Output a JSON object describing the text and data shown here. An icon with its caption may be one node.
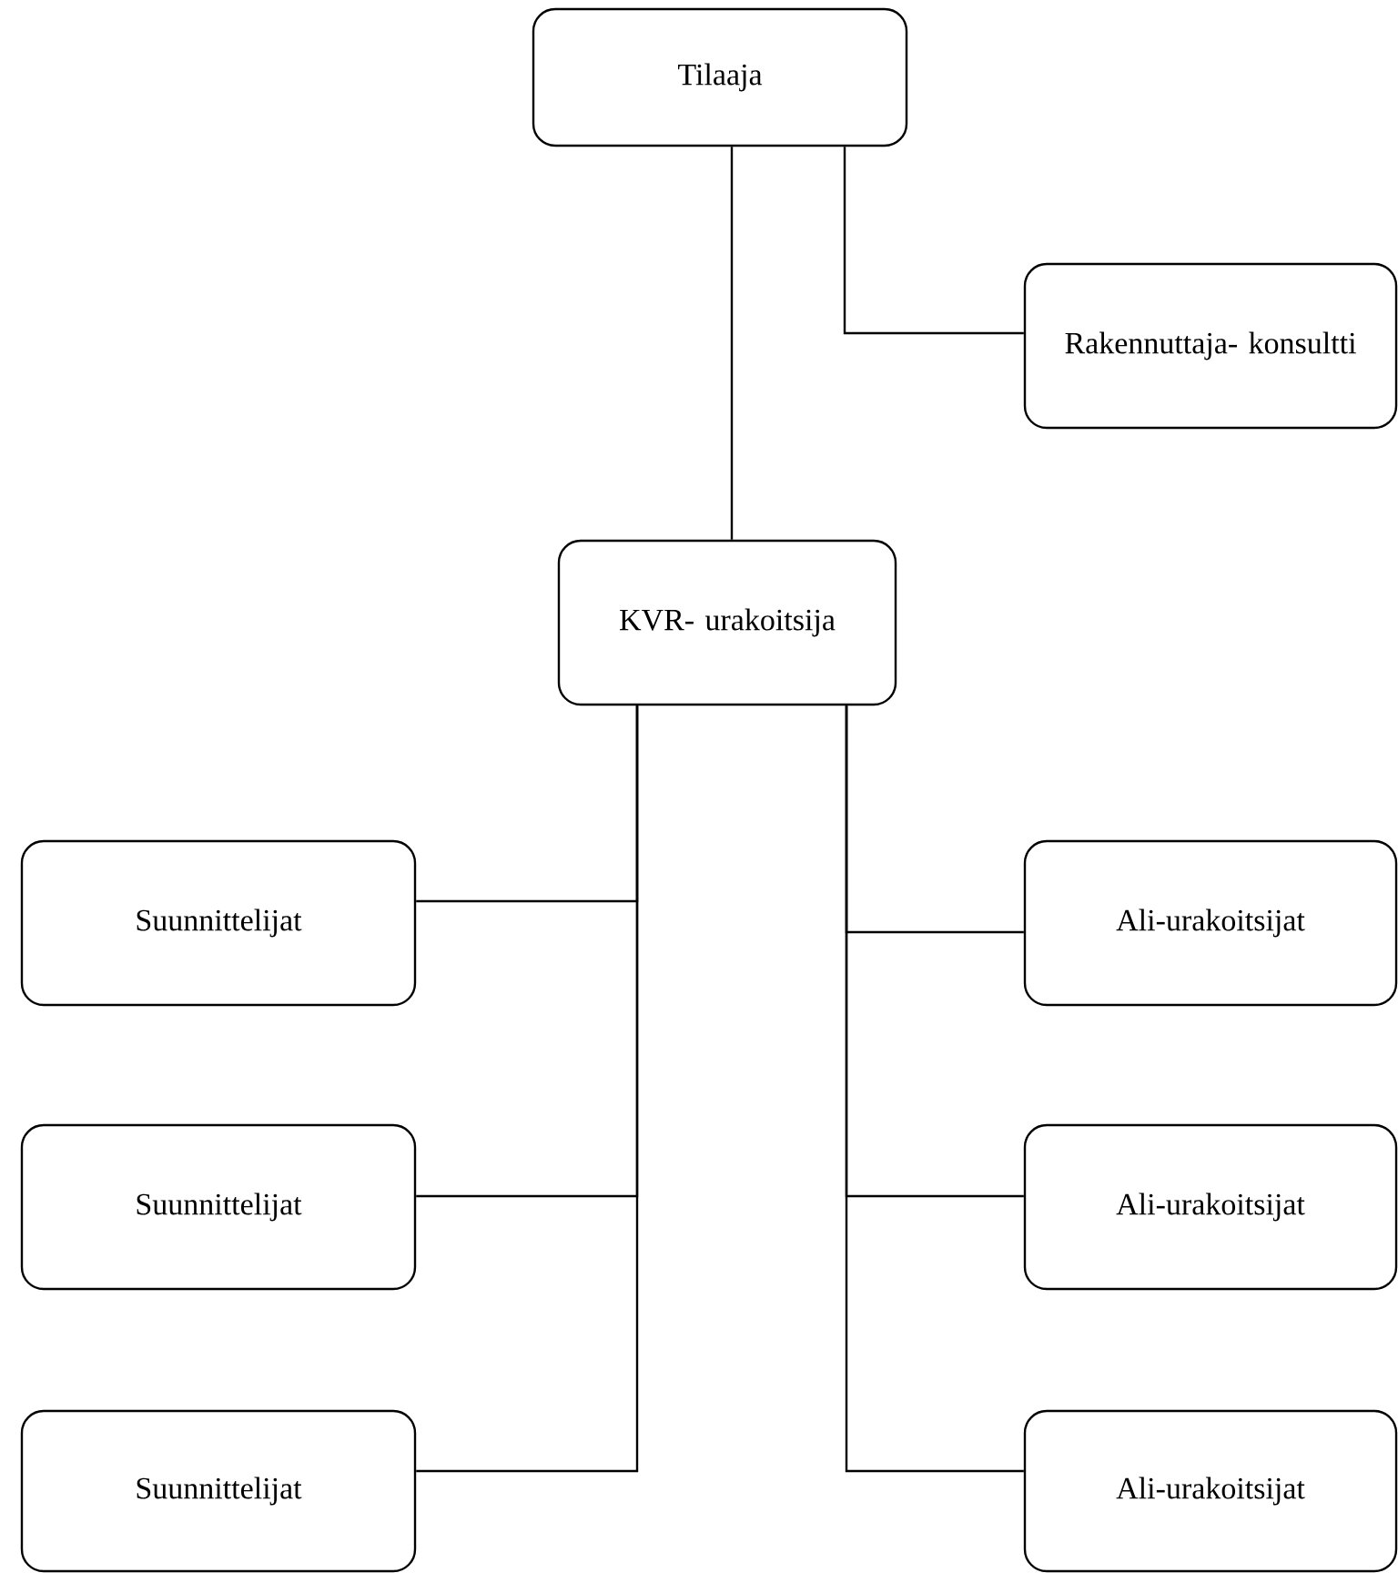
{
  "diagram": {
    "nodes": [
      {
        "text": [
          "Tilaaja"
        ]
      },
      {
        "text": [
          "Rakennuttaja- konsultti"
        ]
      },
      {
        "text": [
          "KVR- urakoitsija"
        ]
      },
      {
        "text": [
          "Suunnittelijat"
        ]
      },
      {
        "text": [
          "Suunnittelijat"
        ]
      },
      {
        "text": [
          "Suunnittelijat"
        ]
      },
      {
        "text": [
          "Ali-urakoitsijat"
        ]
      },
      {
        "text": [
          "Ali-urakoitsijat"
        ]
      },
      {
        "text": [
          "Ali-urakoitsijat"
        ]
      }
    ],
    "edges": [
      {
        "from": 0,
        "to": 2,
        "arrow": "none"
      },
      {
        "from": 0,
        "to": 1,
        "arrow": "none"
      },
      {
        "from": 2,
        "to": 3,
        "arrow": "none"
      },
      {
        "from": 2,
        "to": 4,
        "arrow": "none"
      },
      {
        "from": 2,
        "to": 5,
        "arrow": "none"
      },
      {
        "from": 2,
        "to": 6,
        "arrow": "none"
      },
      {
        "from": 2,
        "to": 7,
        "arrow": "none"
      },
      {
        "from": 2,
        "to": 8,
        "arrow": "none"
      }
    ]
  }
}
